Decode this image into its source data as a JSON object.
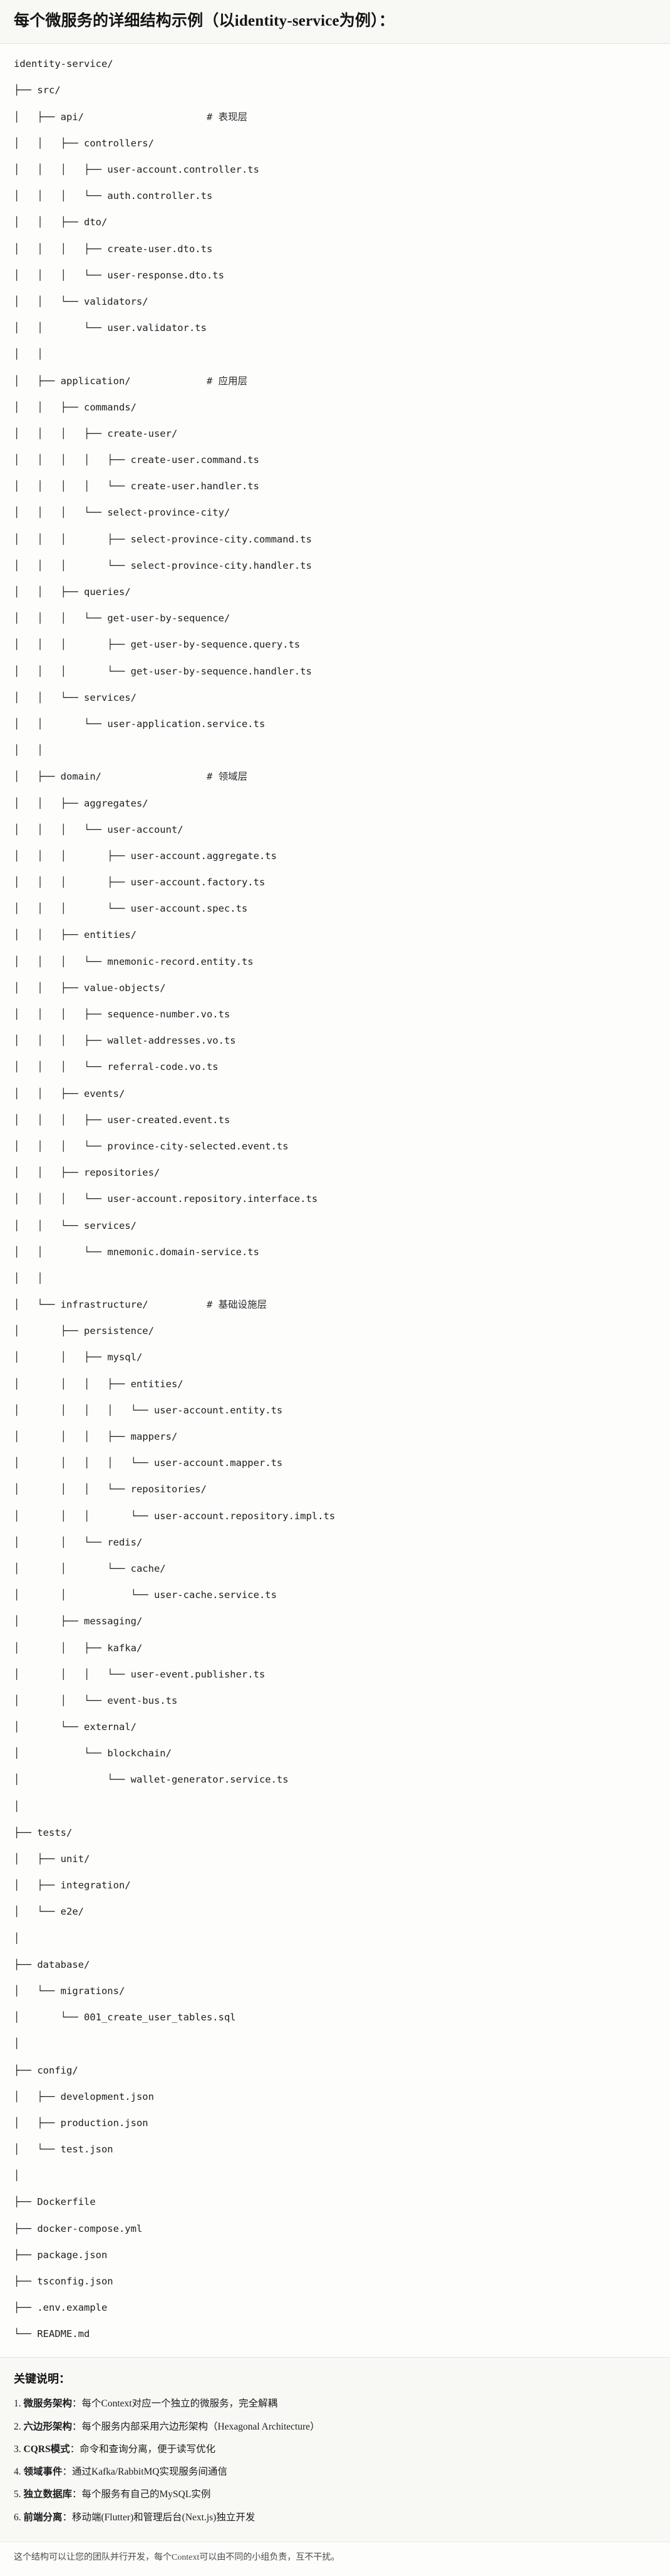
{
  "title": "每个微服务的详细结构示例（以identity-service为例）：",
  "tree": {
    "root": "identity-service/",
    "rows": [
      {
        "glyphs": "",
        "name": "identity-service/",
        "comment": ""
      },
      {
        "glyphs": "├── ",
        "name": "src/",
        "comment": ""
      },
      {
        "glyphs": "│   ├── ",
        "name": "api/",
        "comment": "# 表现层"
      },
      {
        "glyphs": "│   │   ├── ",
        "name": "controllers/",
        "comment": ""
      },
      {
        "glyphs": "│   │   │   ├── ",
        "name": "user-account.controller.ts",
        "comment": ""
      },
      {
        "glyphs": "│   │   │   └── ",
        "name": "auth.controller.ts",
        "comment": ""
      },
      {
        "glyphs": "│   │   ├── ",
        "name": "dto/",
        "comment": ""
      },
      {
        "glyphs": "│   │   │   ├── ",
        "name": "create-user.dto.ts",
        "comment": ""
      },
      {
        "glyphs": "│   │   │   └── ",
        "name": "user-response.dto.ts",
        "comment": ""
      },
      {
        "glyphs": "│   │   └── ",
        "name": "validators/",
        "comment": ""
      },
      {
        "glyphs": "│   │       └── ",
        "name": "user.validator.ts",
        "comment": ""
      },
      {
        "glyphs": "│   │",
        "name": "",
        "comment": ""
      },
      {
        "glyphs": "│   ├── ",
        "name": "application/",
        "comment": "# 应用层"
      },
      {
        "glyphs": "│   │   ├── ",
        "name": "commands/",
        "comment": ""
      },
      {
        "glyphs": "│   │   │   ├── ",
        "name": "create-user/",
        "comment": ""
      },
      {
        "glyphs": "│   │   │   │   ├── ",
        "name": "create-user.command.ts",
        "comment": ""
      },
      {
        "glyphs": "│   │   │   │   └── ",
        "name": "create-user.handler.ts",
        "comment": ""
      },
      {
        "glyphs": "│   │   │   └── ",
        "name": "select-province-city/",
        "comment": ""
      },
      {
        "glyphs": "│   │   │       ├── ",
        "name": "select-province-city.command.ts",
        "comment": ""
      },
      {
        "glyphs": "│   │   │       └── ",
        "name": "select-province-city.handler.ts",
        "comment": ""
      },
      {
        "glyphs": "│   │   ├── ",
        "name": "queries/",
        "comment": ""
      },
      {
        "glyphs": "│   │   │   └── ",
        "name": "get-user-by-sequence/",
        "comment": ""
      },
      {
        "glyphs": "│   │   │       ├── ",
        "name": "get-user-by-sequence.query.ts",
        "comment": ""
      },
      {
        "glyphs": "│   │   │       └── ",
        "name": "get-user-by-sequence.handler.ts",
        "comment": ""
      },
      {
        "glyphs": "│   │   └── ",
        "name": "services/",
        "comment": ""
      },
      {
        "glyphs": "│   │       └── ",
        "name": "user-application.service.ts",
        "comment": ""
      },
      {
        "glyphs": "│   │",
        "name": "",
        "comment": ""
      },
      {
        "glyphs": "│   ├── ",
        "name": "domain/",
        "comment": "# 领域层"
      },
      {
        "glyphs": "│   │   ├── ",
        "name": "aggregates/",
        "comment": ""
      },
      {
        "glyphs": "│   │   │   └── ",
        "name": "user-account/",
        "comment": ""
      },
      {
        "glyphs": "│   │   │       ├── ",
        "name": "user-account.aggregate.ts",
        "comment": ""
      },
      {
        "glyphs": "│   │   │       ├── ",
        "name": "user-account.factory.ts",
        "comment": ""
      },
      {
        "glyphs": "│   │   │       └── ",
        "name": "user-account.spec.ts",
        "comment": ""
      },
      {
        "glyphs": "│   │   ├── ",
        "name": "entities/",
        "comment": ""
      },
      {
        "glyphs": "│   │   │   └── ",
        "name": "mnemonic-record.entity.ts",
        "comment": ""
      },
      {
        "glyphs": "│   │   ├── ",
        "name": "value-objects/",
        "comment": ""
      },
      {
        "glyphs": "│   │   │   ├── ",
        "name": "sequence-number.vo.ts",
        "comment": ""
      },
      {
        "glyphs": "│   │   │   ├── ",
        "name": "wallet-addresses.vo.ts",
        "comment": ""
      },
      {
        "glyphs": "│   │   │   └── ",
        "name": "referral-code.vo.ts",
        "comment": ""
      },
      {
        "glyphs": "│   │   ├── ",
        "name": "events/",
        "comment": ""
      },
      {
        "glyphs": "│   │   │   ├── ",
        "name": "user-created.event.ts",
        "comment": ""
      },
      {
        "glyphs": "│   │   │   └── ",
        "name": "province-city-selected.event.ts",
        "comment": ""
      },
      {
        "glyphs": "│   │   ├── ",
        "name": "repositories/",
        "comment": ""
      },
      {
        "glyphs": "│   │   │   └── ",
        "name": "user-account.repository.interface.ts",
        "comment": ""
      },
      {
        "glyphs": "│   │   └── ",
        "name": "services/",
        "comment": ""
      },
      {
        "glyphs": "│   │       └── ",
        "name": "mnemonic.domain-service.ts",
        "comment": ""
      },
      {
        "glyphs": "│   │",
        "name": "",
        "comment": ""
      },
      {
        "glyphs": "│   └── ",
        "name": "infrastructure/",
        "comment": "# 基础设施层"
      },
      {
        "glyphs": "│       ├── ",
        "name": "persistence/",
        "comment": ""
      },
      {
        "glyphs": "│       │   ├── ",
        "name": "mysql/",
        "comment": ""
      },
      {
        "glyphs": "│       │   │   ├── ",
        "name": "entities/",
        "comment": ""
      },
      {
        "glyphs": "│       │   │   │   └── ",
        "name": "user-account.entity.ts",
        "comment": ""
      },
      {
        "glyphs": "│       │   │   ├── ",
        "name": "mappers/",
        "comment": ""
      },
      {
        "glyphs": "│       │   │   │   └── ",
        "name": "user-account.mapper.ts",
        "comment": ""
      },
      {
        "glyphs": "│       │   │   └── ",
        "name": "repositories/",
        "comment": ""
      },
      {
        "glyphs": "│       │   │       └── ",
        "name": "user-account.repository.impl.ts",
        "comment": ""
      },
      {
        "glyphs": "│       │   └── ",
        "name": "redis/",
        "comment": ""
      },
      {
        "glyphs": "│       │       └── ",
        "name": "cache/",
        "comment": ""
      },
      {
        "glyphs": "│       │           └── ",
        "name": "user-cache.service.ts",
        "comment": ""
      },
      {
        "glyphs": "│       ├── ",
        "name": "messaging/",
        "comment": ""
      },
      {
        "glyphs": "│       │   ├── ",
        "name": "kafka/",
        "comment": ""
      },
      {
        "glyphs": "│       │   │   └── ",
        "name": "user-event.publisher.ts",
        "comment": ""
      },
      {
        "glyphs": "│       │   └── ",
        "name": "event-bus.ts",
        "comment": ""
      },
      {
        "glyphs": "│       └── ",
        "name": "external/",
        "comment": ""
      },
      {
        "glyphs": "│           └── ",
        "name": "blockchain/",
        "comment": ""
      },
      {
        "glyphs": "│               └── ",
        "name": "wallet-generator.service.ts",
        "comment": ""
      },
      {
        "glyphs": "│",
        "name": "",
        "comment": ""
      },
      {
        "glyphs": "├── ",
        "name": "tests/",
        "comment": ""
      },
      {
        "glyphs": "│   ├── ",
        "name": "unit/",
        "comment": ""
      },
      {
        "glyphs": "│   ├── ",
        "name": "integration/",
        "comment": ""
      },
      {
        "glyphs": "│   └── ",
        "name": "e2e/",
        "comment": ""
      },
      {
        "glyphs": "│",
        "name": "",
        "comment": ""
      },
      {
        "glyphs": "├── ",
        "name": "database/",
        "comment": ""
      },
      {
        "glyphs": "│   └── ",
        "name": "migrations/",
        "comment": ""
      },
      {
        "glyphs": "│       └── ",
        "name": "001_create_user_tables.sql",
        "comment": ""
      },
      {
        "glyphs": "│",
        "name": "",
        "comment": ""
      },
      {
        "glyphs": "├── ",
        "name": "config/",
        "comment": ""
      },
      {
        "glyphs": "│   ├── ",
        "name": "development.json",
        "comment": ""
      },
      {
        "glyphs": "│   ├── ",
        "name": "production.json",
        "comment": ""
      },
      {
        "glyphs": "│   └── ",
        "name": "test.json",
        "comment": ""
      },
      {
        "glyphs": "│",
        "name": "",
        "comment": ""
      },
      {
        "glyphs": "├── ",
        "name": "Dockerfile",
        "comment": ""
      },
      {
        "glyphs": "├── ",
        "name": "docker-compose.yml",
        "comment": ""
      },
      {
        "glyphs": "├── ",
        "name": "package.json",
        "comment": ""
      },
      {
        "glyphs": "├── ",
        "name": "tsconfig.json",
        "comment": ""
      },
      {
        "glyphs": "├── ",
        "name": ".env.example",
        "comment": ""
      },
      {
        "glyphs": "└── ",
        "name": "README.md",
        "comment": ""
      }
    ]
  },
  "notes": {
    "heading": "关键说明：",
    "items": [
      {
        "index": "1.",
        "term": "微服务架构",
        "body": "：每个Context对应一个独立的微服务，完全解耦"
      },
      {
        "index": "2.",
        "term": "六边形架构",
        "body": "：每个服务内部采用六边形架构（Hexagonal Architecture）"
      },
      {
        "index": "3.",
        "term": "CQRS模式",
        "body": "：命令和查询分离，便于读写优化"
      },
      {
        "index": "4.",
        "term": "领域事件",
        "body": "：通过Kafka/RabbitMQ实现服务间通信"
      },
      {
        "index": "5.",
        "term": "独立数据库",
        "body": "：每个服务有自己的MySQL实例"
      },
      {
        "index": "6.",
        "term": "前端分离",
        "body": "：移动端(Flutter)和管理后台(Next.js)独立开发"
      }
    ]
  },
  "closing": "这个结构可以让您的团队并行开发，每个Context可以由不同的小组负责，互不干扰。"
}
